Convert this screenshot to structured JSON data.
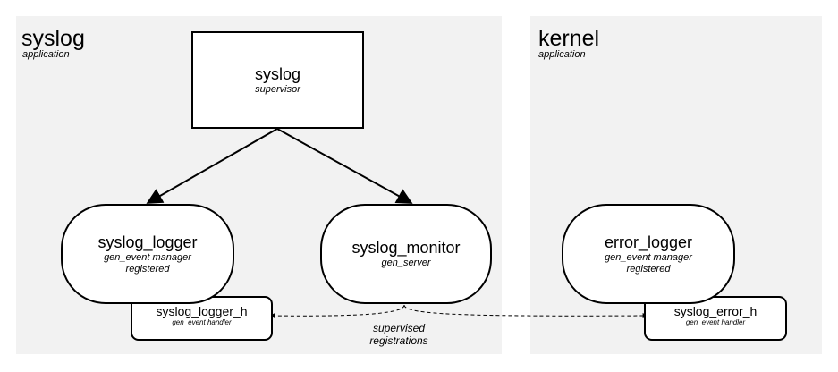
{
  "applications": {
    "syslog": {
      "title": "syslog",
      "subtitle": "application"
    },
    "kernel": {
      "title": "kernel",
      "subtitle": "application"
    }
  },
  "nodes": {
    "syslog_supervisor": {
      "title": "syslog",
      "subtitle": "supervisor"
    },
    "syslog_logger": {
      "title": "syslog_logger",
      "line1": "gen_event manager",
      "line2": "registered"
    },
    "syslog_monitor": {
      "title": "syslog_monitor",
      "subtitle": "gen_server"
    },
    "error_logger": {
      "title": "error_logger",
      "line1": "gen_event manager",
      "line2": "registered"
    },
    "syslog_logger_h": {
      "title": "syslog_logger_h",
      "subtitle": "gen_event handler"
    },
    "syslog_error_h": {
      "title": "syslog_error_h",
      "subtitle": "gen_event handler"
    }
  },
  "dashed_link": {
    "line1": "supervised",
    "line2": "registrations"
  },
  "colors": {
    "panel": "#f2f2f2",
    "stroke": "#000000",
    "node_fill": "#ffffff"
  }
}
